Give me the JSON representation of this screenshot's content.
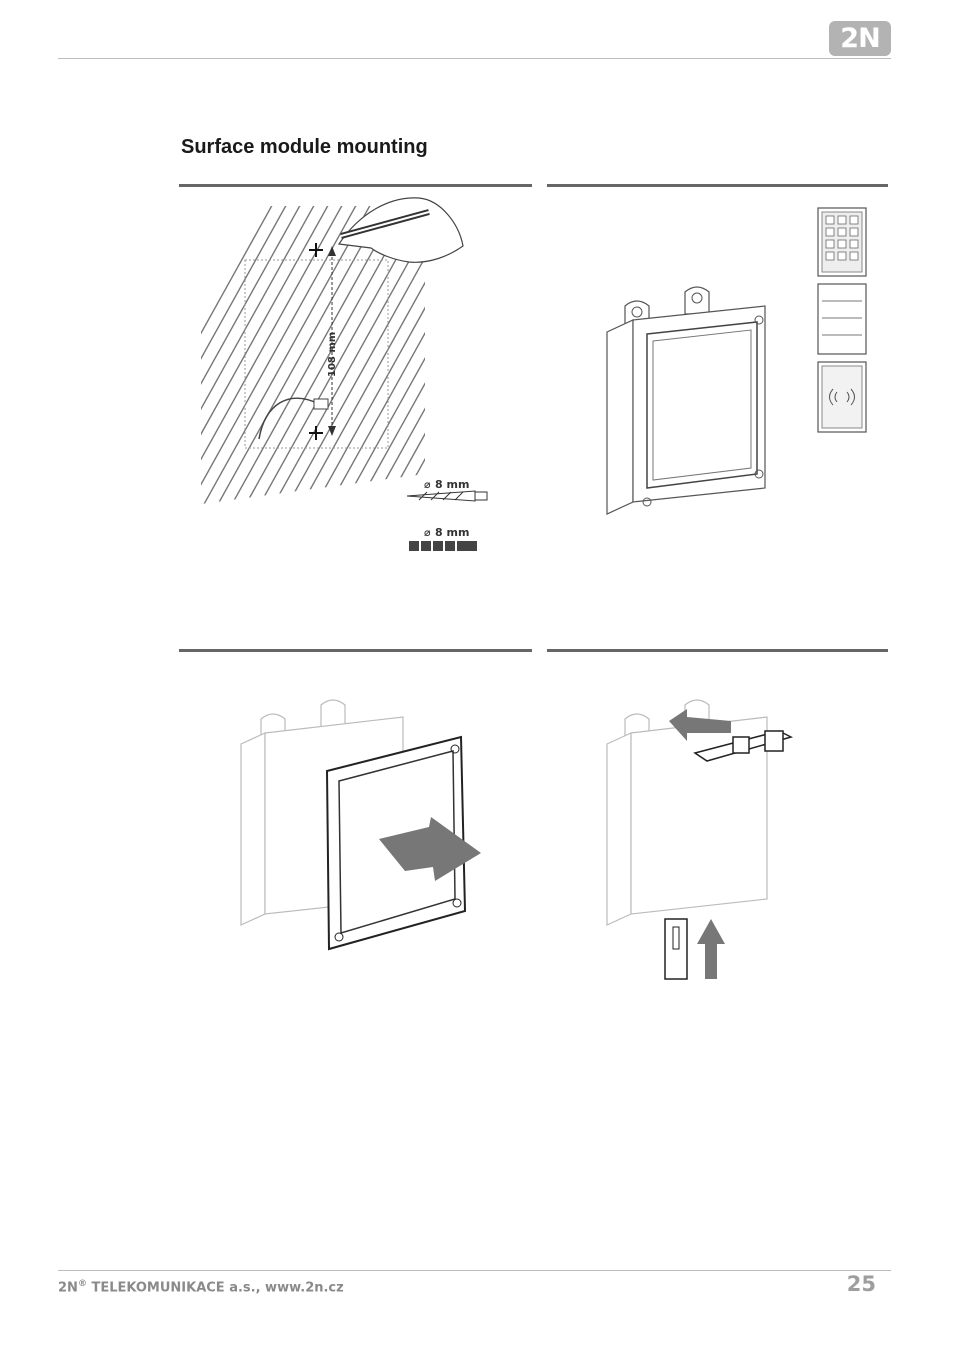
{
  "header": {
    "logo_text": "2N"
  },
  "section": {
    "title": "Surface module mounting"
  },
  "figures": {
    "drill": {
      "distance_label": "108 mm",
      "drill_label": "8 mm",
      "dowel_label": "8 mm",
      "diameter_symbol": "⌀"
    }
  },
  "footer": {
    "brand": "2N",
    "registered": "®",
    "company": " TELEKOMUNIKACE a.s., www.2n.cz",
    "page_number": "25"
  }
}
